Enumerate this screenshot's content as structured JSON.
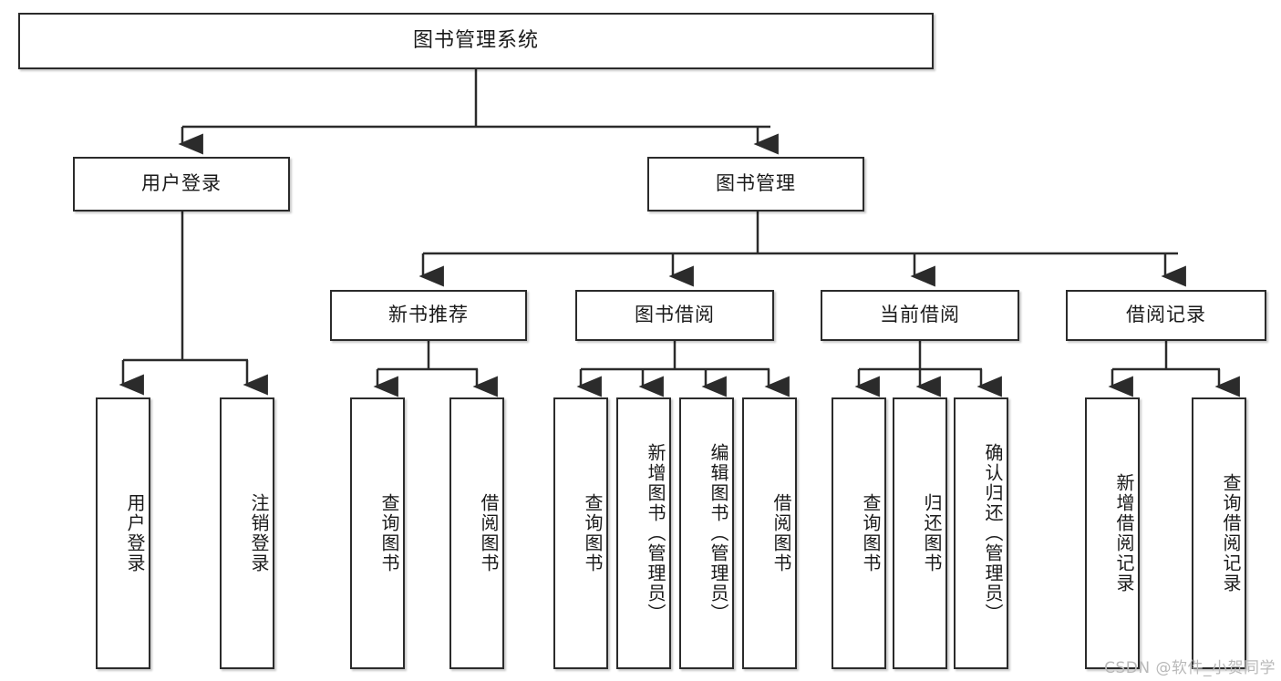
{
  "diagram": {
    "title": "图书管理系统",
    "type": "tree",
    "watermark": "CSDN @软件_小贺同学",
    "colors": {
      "box_border": "#2b2b2b",
      "box_fill": "#ffffff",
      "connector": "#2b2b2b",
      "text": "#1a1a1a",
      "watermark": "#b9b9b9"
    },
    "levels": {
      "root": [
        "图书管理系统"
      ],
      "level2": [
        "用户登录",
        "图书管理"
      ],
      "level3": [
        "新书推荐",
        "图书借阅",
        "当前借阅",
        "借阅记录"
      ]
    },
    "root": {
      "label": "图书管理系统"
    },
    "level2": [
      {
        "label": "用户登录"
      },
      {
        "label": "图书管理"
      }
    ],
    "level3": [
      {
        "label": "新书推荐"
      },
      {
        "label": "图书借阅"
      },
      {
        "label": "当前借阅"
      },
      {
        "label": "借阅记录"
      }
    ],
    "leaves": {
      "user_login": [
        "用户登录",
        "注销登录"
      ],
      "new_book": [
        "查询图书",
        "借阅图书"
      ],
      "book_borrow": [
        "查询图书",
        "新增图书（管理员）",
        "编辑图书（管理员）",
        "借阅图书"
      ],
      "current_borrow": [
        "查询图书",
        "归还图书",
        "确认归还（管理员）"
      ],
      "borrow_record": [
        "新增借阅记录",
        "查询借阅记录"
      ]
    }
  }
}
